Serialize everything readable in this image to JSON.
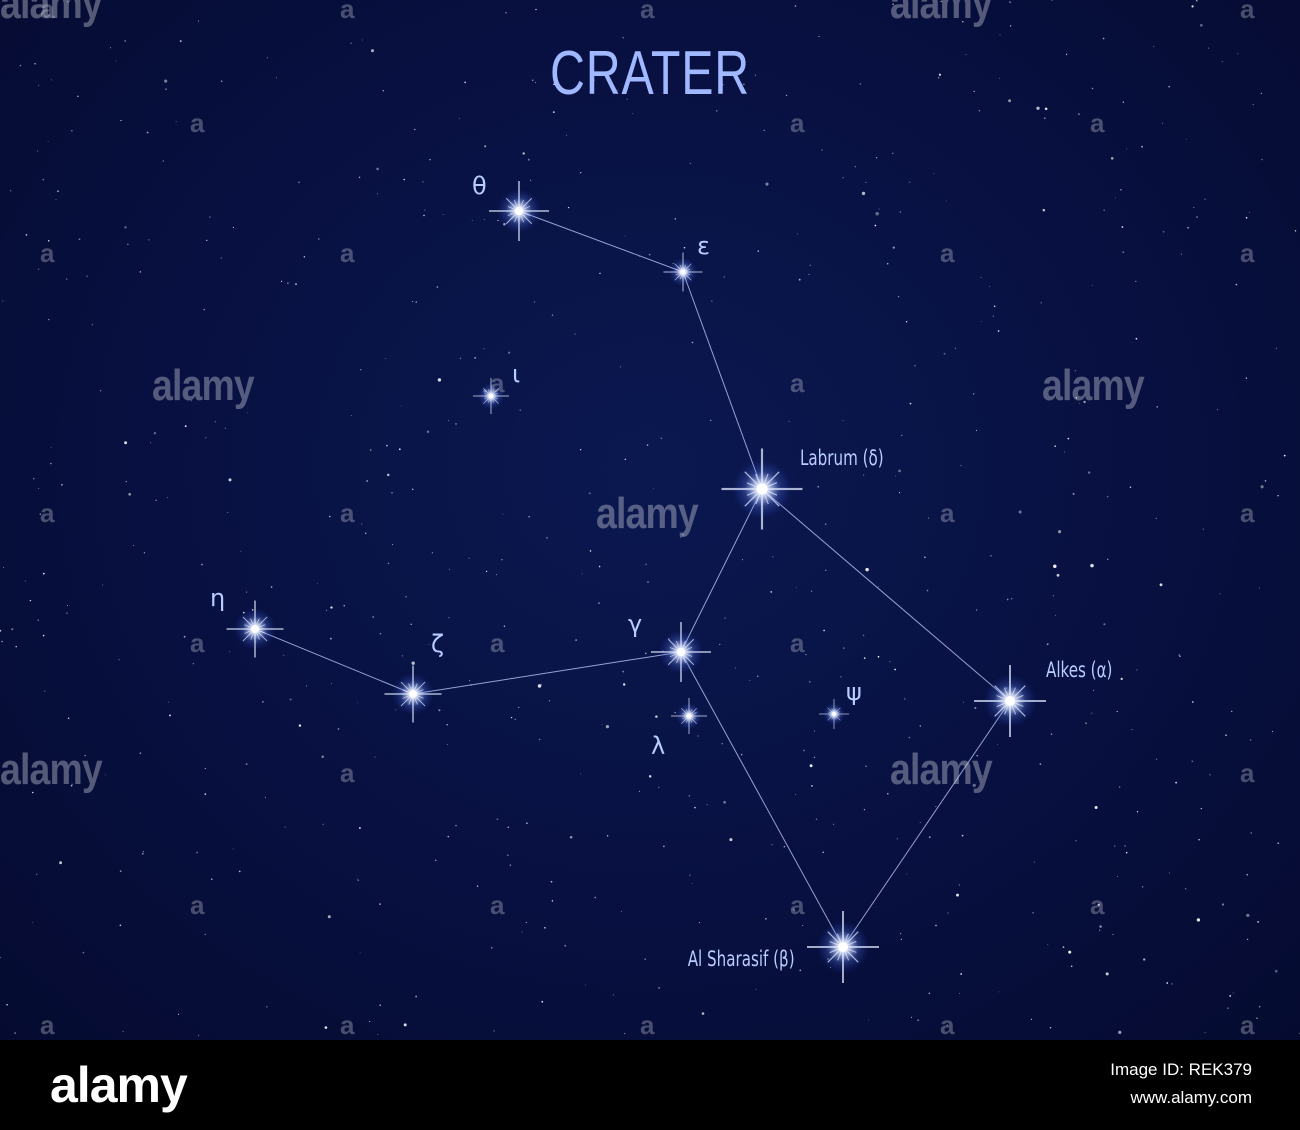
{
  "title": "CRATER",
  "stars": {
    "theta": "θ",
    "epsilon": "ε",
    "iota": "ι",
    "delta": "Labrum (δ)",
    "eta": "η",
    "zeta": "ζ",
    "gamma": "γ",
    "lambda": "λ",
    "psi": "ψ",
    "alpha": "Alkes (α)",
    "beta": "Al Sharasif (β)"
  },
  "watermark": {
    "text": "alamy",
    "letter": "a"
  },
  "footer": {
    "logo": "alamy",
    "image_id": "Image ID: REK379",
    "url": "www.alamy.com"
  },
  "colors": {
    "sky": "#071040",
    "star": "#ffffff",
    "line": "#c4d4ff",
    "label": "#b9ccff",
    "title": "#9fb8ff"
  }
}
